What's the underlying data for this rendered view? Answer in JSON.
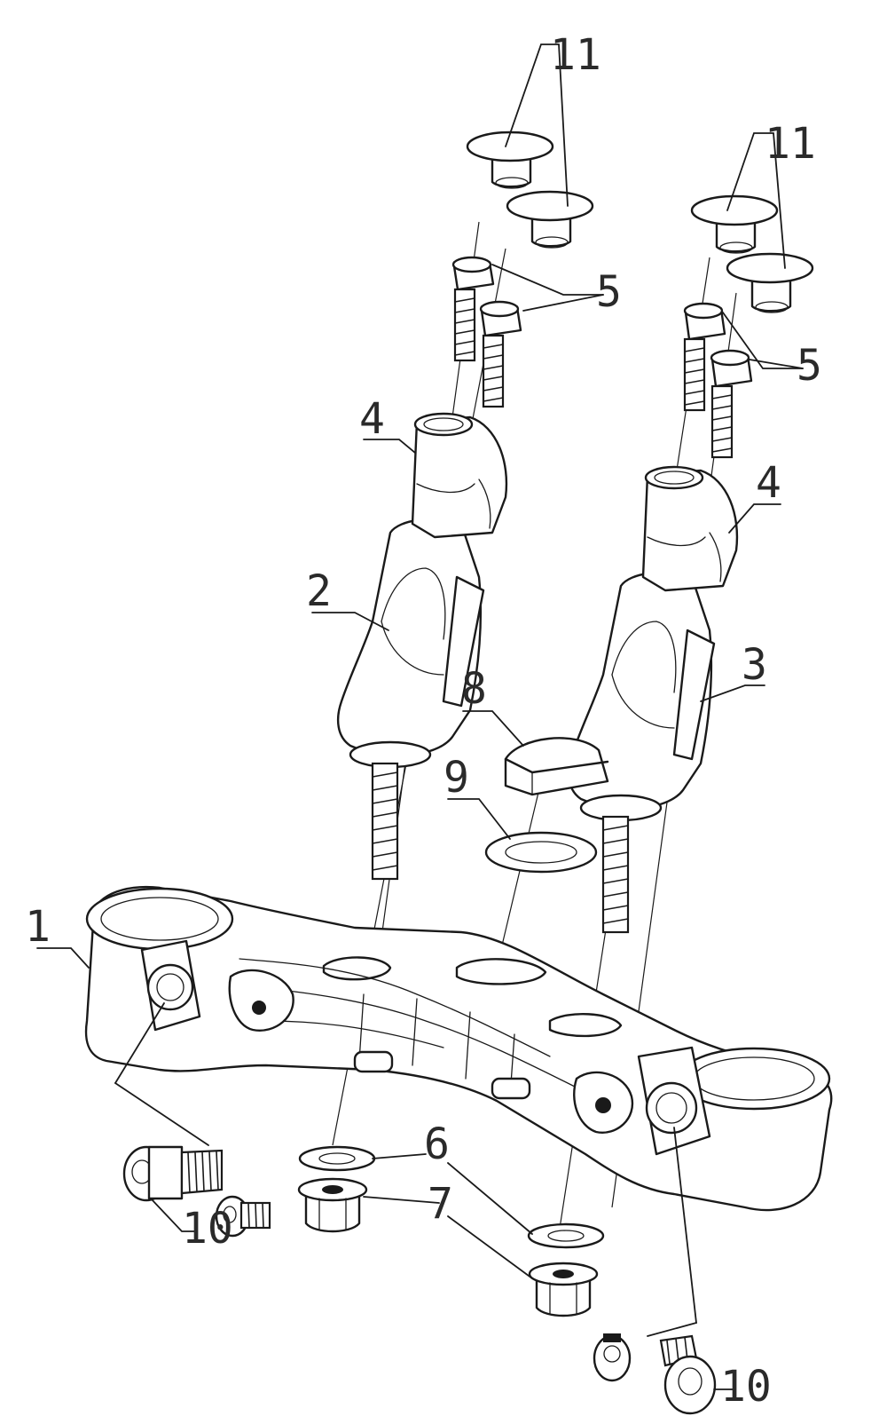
{
  "labels": {
    "l1": "1",
    "l2": "2",
    "l3": "3",
    "l4a": "4",
    "l4b": "4",
    "l5a": "5",
    "l5b": "5",
    "l6": "6",
    "l7": "7",
    "l8": "8",
    "l9": "9",
    "l10a": "10",
    "l10b": "10",
    "l11a": "11",
    "l11b": "11"
  },
  "colors": {
    "line": "#1a1a1a",
    "label": "#2a2a2a",
    "background": "#ffffff"
  }
}
